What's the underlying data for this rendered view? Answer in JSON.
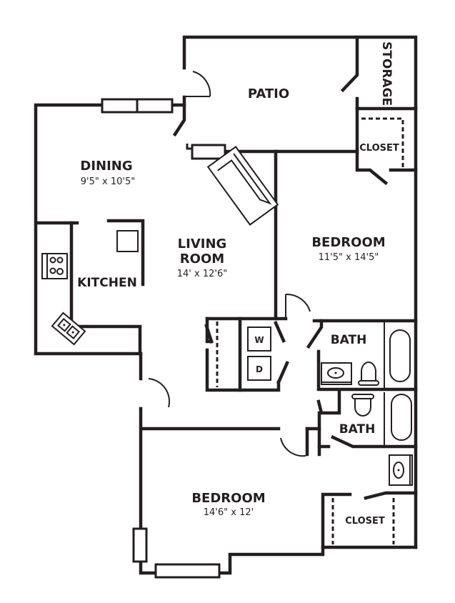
{
  "floorplan": {
    "rooms": {
      "patio": {
        "label": "PATIO"
      },
      "storage": {
        "label": "STORAGE"
      },
      "closet_top": {
        "label": "CLOSET"
      },
      "dining": {
        "label": "DINING",
        "dimensions": "9'5\" x 10'5\""
      },
      "living": {
        "label_line1": "LIVING",
        "label_line2": "ROOM",
        "dimensions": "14' x 12'6\""
      },
      "kitchen": {
        "label": "KITCHEN"
      },
      "bedroom_1": {
        "label": "BEDROOM",
        "dimensions": "11'5\" x 14'5\""
      },
      "bath_1": {
        "label": "BATH"
      },
      "bath_2": {
        "label": "BATH"
      },
      "bedroom_2": {
        "label": "BEDROOM",
        "dimensions": "14'6\" x 12'"
      },
      "closet_bottom": {
        "label": "CLOSET"
      }
    },
    "appliances": {
      "washer": "W",
      "dryer": "D"
    },
    "colors": {
      "line": "#231f20",
      "background": "#ffffff"
    }
  }
}
